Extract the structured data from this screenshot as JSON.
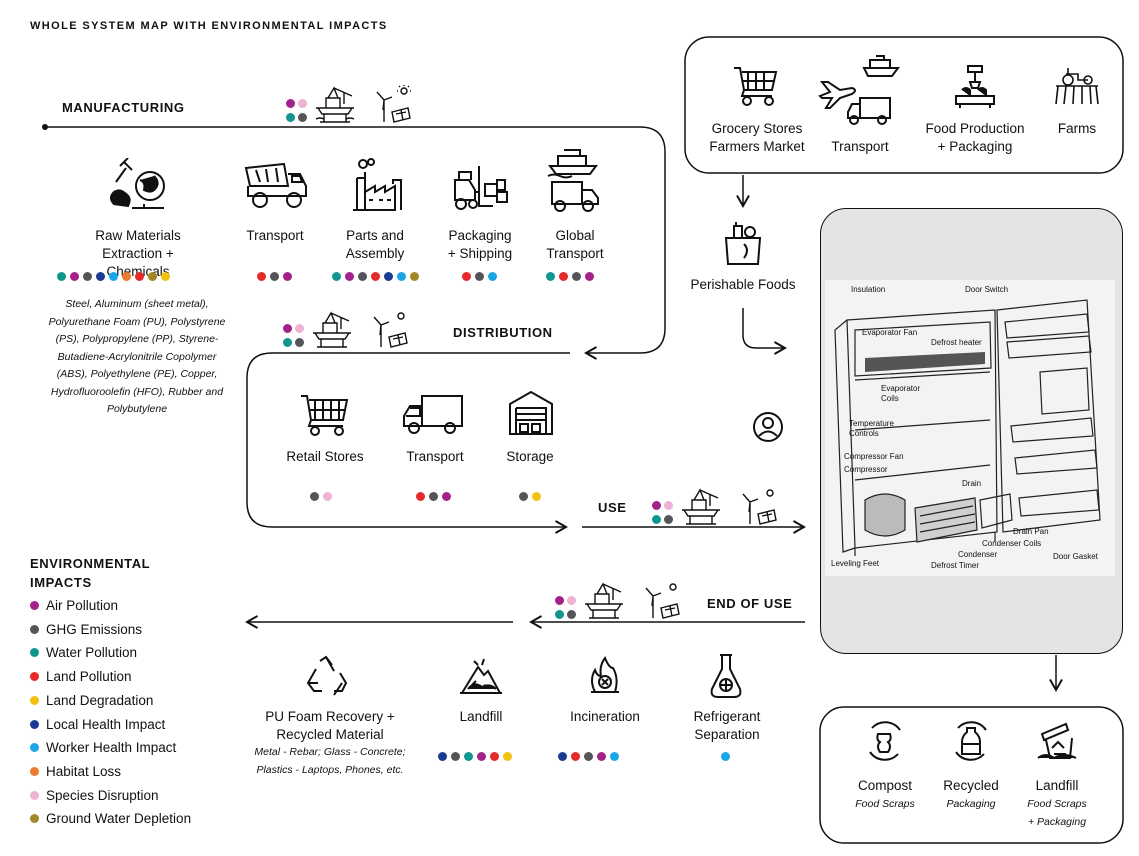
{
  "title": "WHOLE SYSTEM MAP WITH ENVIRONMENTAL IMPACTS",
  "colors": {
    "air": "#a3228a",
    "ghg": "#555559",
    "water": "#11968f",
    "land": "#e52a2a",
    "degradation": "#f2c112",
    "local_health": "#1c3a8f",
    "worker_health": "#1aa6e6",
    "habitat": "#ee7a2e",
    "species": "#eeb3d3",
    "groundwater": "#a28724"
  },
  "sections": {
    "manufacturing": "MANUFACTURING",
    "distribution": "DISTRIBUTION",
    "use": "USE",
    "end_of_use": "END OF USE"
  },
  "manufacturing": {
    "raw": "Raw Materials\nExtraction + Chemicals",
    "transport": "Transport",
    "parts": "Parts and\nAssembly",
    "packaging": "Packaging\n+ Shipping",
    "global": "Global\nTransport",
    "materials_note": "Steel, Aluminum (sheet metal), Polyurethane Foam (PU), Polystyrene (PS), Polypropylene (PP), Styrene-Butadiene-Acrylonitrile Copolymer (ABS), Polyethylene (PE), Copper, Hydrofluoroolefin (HFO), Rubber and Polybutylene"
  },
  "distribution": {
    "retail": "Retail Stores",
    "transport": "Transport",
    "storage": "Storage"
  },
  "food_chain": {
    "grocery": "Grocery Stores\nFarmers Market",
    "transport": "Transport",
    "production": "Food Production\n+ Packaging",
    "farms": "Farms",
    "perishable": "Perishable Foods"
  },
  "fridge_labels": {
    "insulation": "Insulation",
    "door_switch": "Door Switch",
    "evap_fan": "Evaporator Fan",
    "defrost_heater": "Defrost heater",
    "evap_coils": "Evaporator\nCoils",
    "temp_controls": "Temperature\nControls",
    "comp_fan": "Compressor Fan",
    "compressor": "Compressor",
    "drain": "Drain",
    "drain_pan": "Drain Pan",
    "condenser_coils": "Condenser Coils",
    "condenser": "Condenser",
    "defrost_timer": "Defrost Timer",
    "leveling_feet": "Leveling Feet",
    "door_gasket": "Door Gasket"
  },
  "end_of_use": {
    "pu_foam": "PU Foam Recovery +\nRecycled Material",
    "pu_note": "Metal - Rebar; Glass - Concrete;\nPlastics - Laptops, Phones, etc.",
    "landfill": "Landfill",
    "incineration": "Incineration",
    "refrigerant": "Refrigerant\nSeparation"
  },
  "food_waste": {
    "compost": "Compost",
    "compost_sub": "Food Scraps",
    "recycled": "Recycled",
    "recycled_sub": "Packaging",
    "landfill": "Landfill",
    "landfill_sub": "Food Scraps\n+ Packaging"
  },
  "legend": {
    "heading": "ENVIRONMENTAL\nIMPACTS",
    "items": [
      {
        "label": "Air Pollution",
        "color": "#a3228a"
      },
      {
        "label": "GHG Emissions",
        "color": "#555559"
      },
      {
        "label": "Water Pollution",
        "color": "#11968f"
      },
      {
        "label": "Land Pollution",
        "color": "#e52a2a"
      },
      {
        "label": "Land Degradation",
        "color": "#f2c112"
      },
      {
        "label": "Local Health Impact",
        "color": "#1c3a8f"
      },
      {
        "label": "Worker Health Impact",
        "color": "#1aa6e6"
      },
      {
        "label": "Habitat Loss",
        "color": "#ee7a2e"
      },
      {
        "label": "Species Disruption",
        "color": "#eeb3d3"
      },
      {
        "label": "Ground Water Depletion",
        "color": "#a28724"
      }
    ]
  },
  "icons": [
    "mining-icon",
    "dump-truck-icon",
    "factory-icon",
    "forklift-icon",
    "ship-truck-icon",
    "cart-icon",
    "delivery-truck-icon",
    "warehouse-icon",
    "oil-rig-icon",
    "wind-solar-icon",
    "grocery-bag-icon",
    "plane-icon",
    "robot-arm-icon",
    "tractor-icon",
    "user-icon",
    "recycle-icon",
    "landfill-icon",
    "fire-icon",
    "flask-icon",
    "compost-icon",
    "bottle-recycle-icon",
    "trash-icon"
  ]
}
